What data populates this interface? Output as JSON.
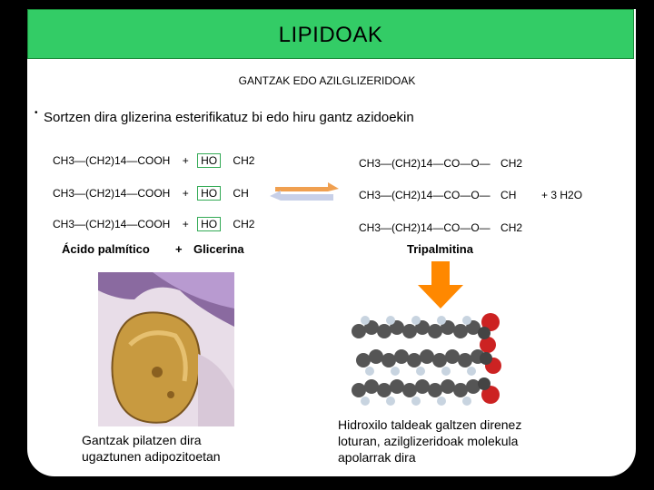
{
  "title": "LIPIDOAK",
  "subtitle": "GANTZAK EDO AZILGLIZERIDOAK",
  "bullet": "Sortzen dira glizerina esterifikatuz bi edo hiru gantz azidoekin",
  "reaction": {
    "reactant_rows": [
      {
        "acid": "CH3—(CH2)14—COOH",
        "plus": "+",
        "ho": "HO",
        "glycerol": "CH2"
      },
      {
        "acid": "CH3—(CH2)14—COOH",
        "plus": "+",
        "ho": "HO",
        "glycerol": "CH"
      },
      {
        "acid": "CH3—(CH2)14—COOH",
        "plus": "+",
        "ho": "HO",
        "glycerol": "CH2"
      }
    ],
    "product_rows": [
      {
        "chain": "CH3—(CH2)14—CO—O—",
        "glycerol": "CH2"
      },
      {
        "chain": "CH3—(CH2)14—CO—O—",
        "glycerol": "CH"
      },
      {
        "chain": "CH3—(CH2)14—CO—O—",
        "glycerol": "CH2"
      }
    ],
    "water": "+ 3 H2O",
    "label_acid": "Ácido palmítico",
    "label_plus": "+",
    "label_glycerol": "Glicerina",
    "label_product": "Tripalmitina"
  },
  "caption_left": "Gantzak pilatzen dira ugaztunen adipozitoetan",
  "caption_right": "Hidroxilo taldeak galtzen direnez loturan, azilglizeridoak molekula apolarrak dira",
  "colors": {
    "title_bg": "#33cc66",
    "arrow": "#ff8800",
    "oxygen": "#cc2222",
    "carbon": "#555555",
    "hydrogen": "#c8d4e0"
  }
}
